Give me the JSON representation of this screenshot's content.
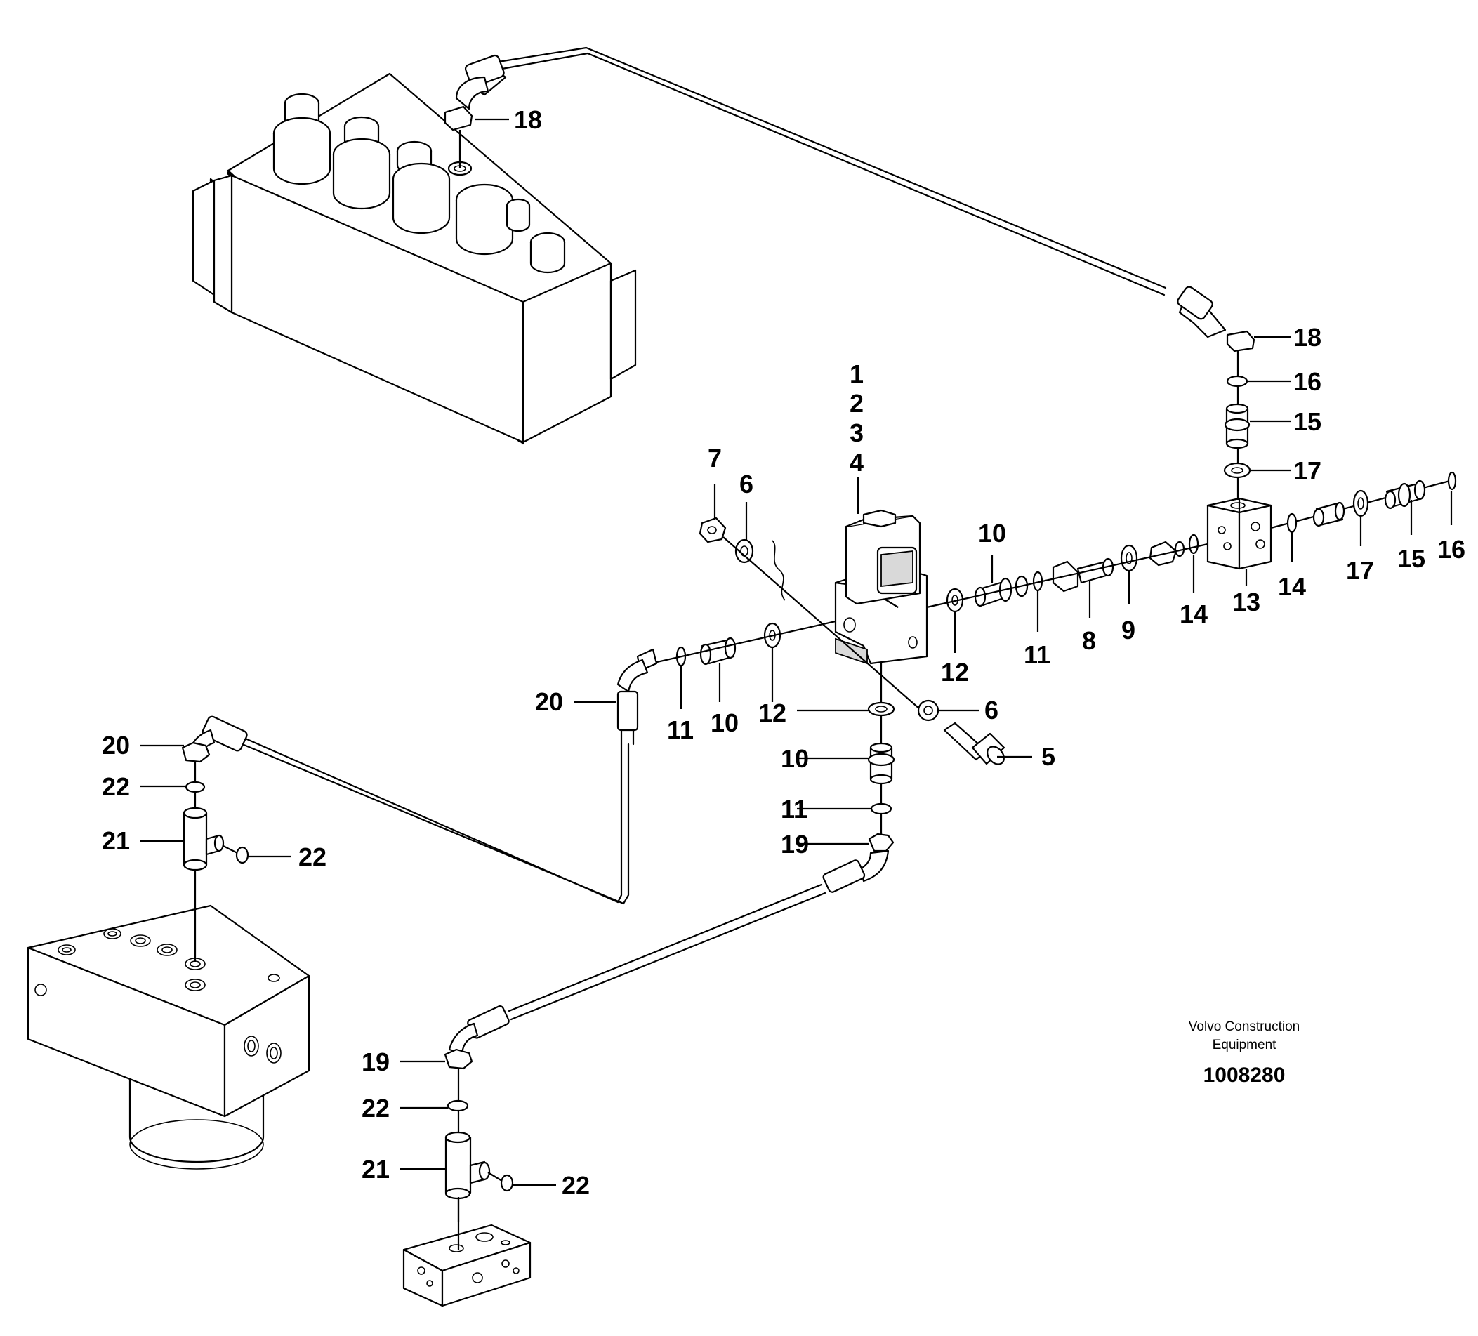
{
  "image_code": "1008280",
  "brand_line1": "Volvo Construction",
  "brand_line2": "Equipment",
  "callouts": [
    {
      "id": "c18a",
      "label": "18"
    },
    {
      "id": "c18b",
      "label": "18"
    },
    {
      "id": "c16a",
      "label": "16"
    },
    {
      "id": "c15a",
      "label": "15"
    },
    {
      "id": "c17a",
      "label": "17"
    },
    {
      "id": "c1",
      "label": "1"
    },
    {
      "id": "c2",
      "label": "2"
    },
    {
      "id": "c3",
      "label": "3"
    },
    {
      "id": "c4",
      "label": "4"
    },
    {
      "id": "c7",
      "label": "7"
    },
    {
      "id": "c6a",
      "label": "6"
    },
    {
      "id": "c10a",
      "label": "10"
    },
    {
      "id": "c16b",
      "label": "16"
    },
    {
      "id": "c15b",
      "label": "15"
    },
    {
      "id": "c17b",
      "label": "17"
    },
    {
      "id": "c14b",
      "label": "14"
    },
    {
      "id": "c13",
      "label": "13"
    },
    {
      "id": "c14a",
      "label": "14"
    },
    {
      "id": "c9",
      "label": "9"
    },
    {
      "id": "c8",
      "label": "8"
    },
    {
      "id": "c11a",
      "label": "11"
    },
    {
      "id": "c12a",
      "label": "12"
    },
    {
      "id": "c6b",
      "label": "6"
    },
    {
      "id": "c5",
      "label": "5"
    },
    {
      "id": "c20a",
      "label": "20"
    },
    {
      "id": "c11b",
      "label": "11"
    },
    {
      "id": "c10b",
      "label": "10"
    },
    {
      "id": "c12b",
      "label": "12"
    },
    {
      "id": "c10c",
      "label": "10"
    },
    {
      "id": "c11c",
      "label": "11"
    },
    {
      "id": "c19a",
      "label": "19"
    },
    {
      "id": "c20b",
      "label": "20"
    },
    {
      "id": "c22a",
      "label": "22"
    },
    {
      "id": "c21a",
      "label": "21"
    },
    {
      "id": "c22b",
      "label": "22"
    },
    {
      "id": "c19b",
      "label": "19"
    },
    {
      "id": "c22c",
      "label": "22"
    },
    {
      "id": "c21b",
      "label": "21"
    },
    {
      "id": "c22d",
      "label": "22"
    }
  ]
}
